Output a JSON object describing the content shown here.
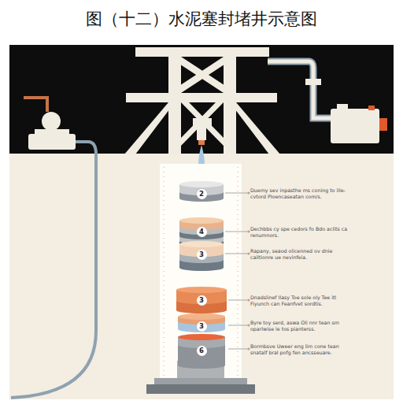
{
  "diagram": {
    "title": "图（十二）水泥塞封堵井示意图",
    "nodes": [
      {
        "text": [
          "2"
        ]
      },
      {
        "text": [
          "4"
        ]
      },
      {
        "text": [
          "3"
        ]
      },
      {
        "text": [
          "3"
        ]
      },
      {
        "text": [
          "3"
        ]
      },
      {
        "text": [
          "6"
        ]
      }
    ],
    "labels": [
      "Duemy sev inpasthe ms coning to ille-cvtord Ploencaseatan com/s.",
      "Dechbbs cy spe cedors fo Bdo aclits ca renumnors.",
      "Rapany, seaod olicenned ov dnie cailtionre ue nevinfeia.",
      "Dnadslinef Ilasy Toe sole oly Tee itl Fiyunch can Feanfvet sordtis.",
      "Byre toy serd, aswa Oli nnr tean sm oparlwise le tos pianterss.",
      "Bormbsve Uweer eng lim cone tean snatalf bral pofg fen ancsseuare."
    ]
  }
}
